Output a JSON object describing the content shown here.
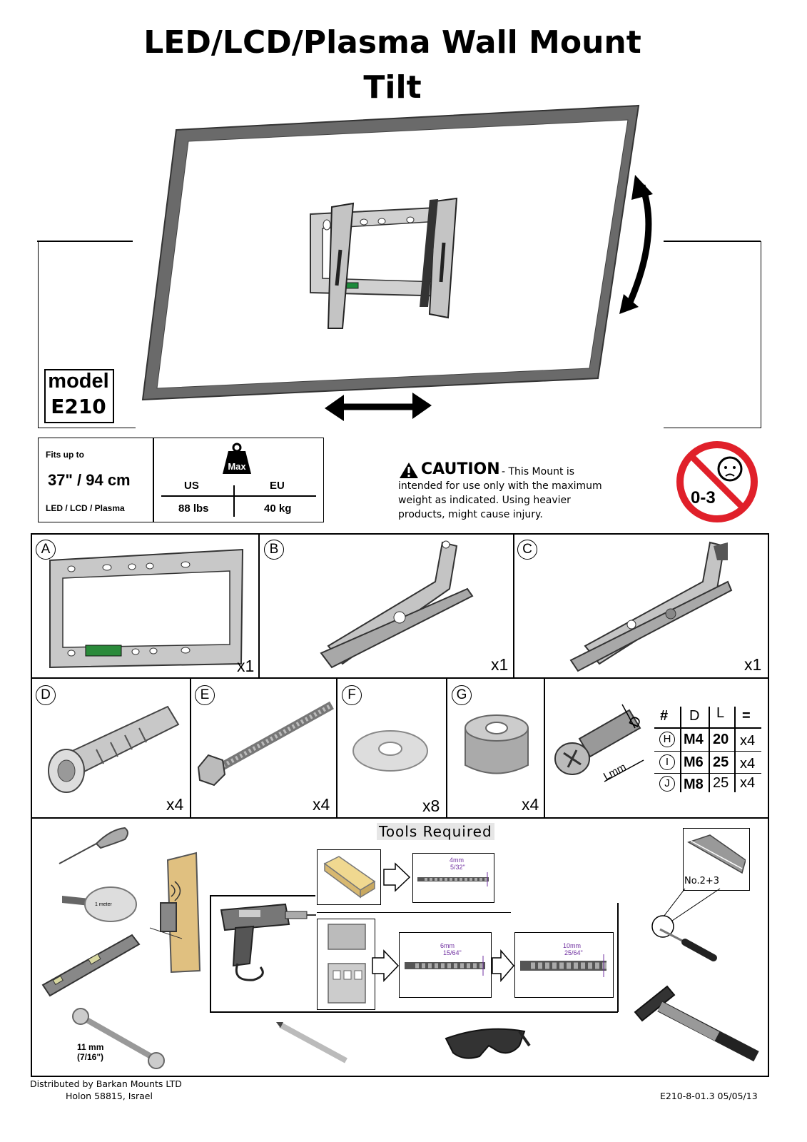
{
  "header": {
    "title_line1": "LED/LCD/Plasma Wall Mount",
    "title_line2": "Tilt"
  },
  "model": {
    "label": "model",
    "code": "E210"
  },
  "specs": {
    "fits_label": "Fits up to",
    "size": "37\" / 94 cm",
    "types": "LED / LCD / Plasma",
    "max_label": "Max",
    "us_label": "US",
    "eu_label": "EU",
    "us_value": "88 lbs",
    "eu_value": "40 kg"
  },
  "caution": {
    "heading": "CAUTION",
    "text_line1": "- This Mount is",
    "text_line2": "intended for use only with the maximum",
    "text_line3": "weight as indicated. Using heavier",
    "text_line4": "products, might cause injury."
  },
  "age_warning": {
    "label": "0-3"
  },
  "parts": [
    {
      "letter": "A",
      "qty": "x1"
    },
    {
      "letter": "B",
      "qty": "x1"
    },
    {
      "letter": "C",
      "qty": "x1"
    },
    {
      "letter": "D",
      "qty": "x4"
    },
    {
      "letter": "E",
      "qty": "x4"
    },
    {
      "letter": "F",
      "qty": "x8"
    },
    {
      "letter": "G",
      "qty": "x4"
    }
  ],
  "screw_table": {
    "dim_d": "D",
    "dim_l": "Lmm",
    "headers": [
      "#",
      "D",
      "L",
      "="
    ],
    "rows": [
      {
        "id": "H",
        "d": "M4",
        "l": "20",
        "qty": "x4"
      },
      {
        "id": "I",
        "d": "M6",
        "l": "25",
        "qty": "x4"
      },
      {
        "id": "J",
        "d": "M8",
        "l": "25",
        "qty": "x4"
      }
    ]
  },
  "tools": {
    "title": "Tools Required",
    "tape": "1 meter",
    "drill_wood": {
      "mm": "4mm",
      "inch": "5/32\""
    },
    "drill_masonry1": {
      "mm": "6mm",
      "inch": "15/64\""
    },
    "drill_masonry2": {
      "mm": "10mm",
      "inch": "25/64\""
    },
    "screwdriver": "No.2+3",
    "wrench_mm": "11 mm",
    "wrench_inch": "(7/16\")"
  },
  "footer": {
    "distributor_line1": "Distributed by Barkan Mounts LTD",
    "distributor_line2": "Holon 58815, Israel",
    "doc_code": "E210-8-01.3  05/05/13"
  }
}
